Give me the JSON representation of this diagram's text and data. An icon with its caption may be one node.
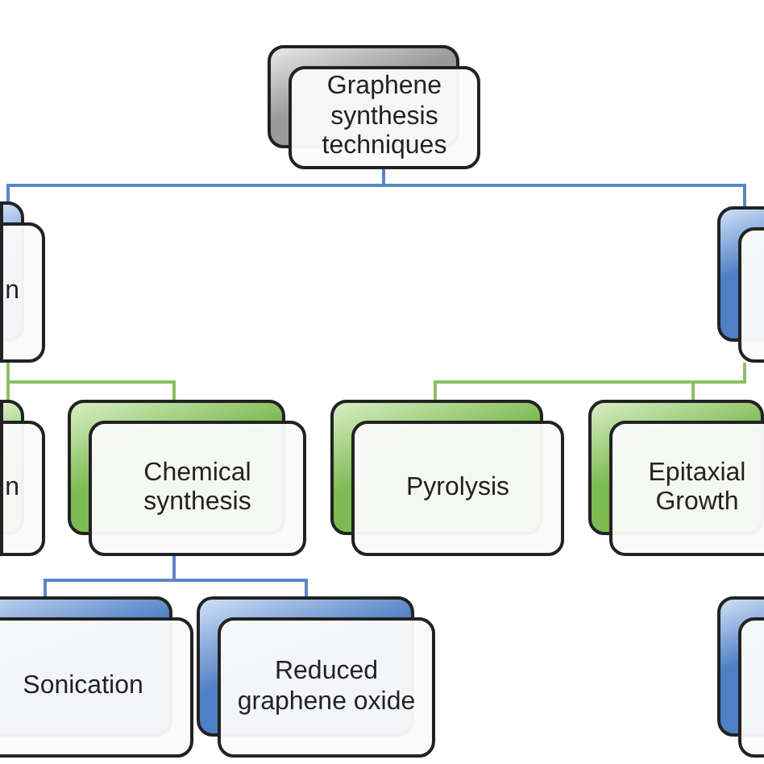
{
  "diagram": {
    "nodes": [
      {
        "text": [
          "Graphene synthesis techniques"
        ]
      },
      {
        "text": [
          "n"
        ]
      },
      {
        "text": [],
        "shape": "box"
      },
      {
        "text": [
          "n"
        ]
      },
      {
        "text": [
          "Chemical synthesis"
        ]
      },
      {
        "text": [
          "Pyrolysis"
        ]
      },
      {
        "text": [
          "Epitaxial Growth"
        ]
      },
      {
        "text": [
          "Sonication"
        ]
      },
      {
        "text": [
          "Reduced graphene oxide"
        ]
      },
      {
        "text": [],
        "shape": "box"
      }
    ],
    "edges": [
      {
        "from": 0,
        "to": 1,
        "arrow": "none"
      },
      {
        "from": 0,
        "to": 2,
        "arrow": "none"
      },
      {
        "from": 1,
        "to": 3,
        "arrow": "none",
        "color": "#8cc063"
      },
      {
        "from": 1,
        "to": 4,
        "arrow": "none",
        "color": "#8cc063"
      },
      {
        "from": 2,
        "to": 5,
        "arrow": "none",
        "color": "#8cc063"
      },
      {
        "from": 2,
        "to": 6,
        "arrow": "none",
        "color": "#8cc063"
      },
      {
        "from": 4,
        "to": 7,
        "arrow": "none"
      },
      {
        "from": 4,
        "to": 8,
        "arrow": "none"
      }
    ]
  }
}
